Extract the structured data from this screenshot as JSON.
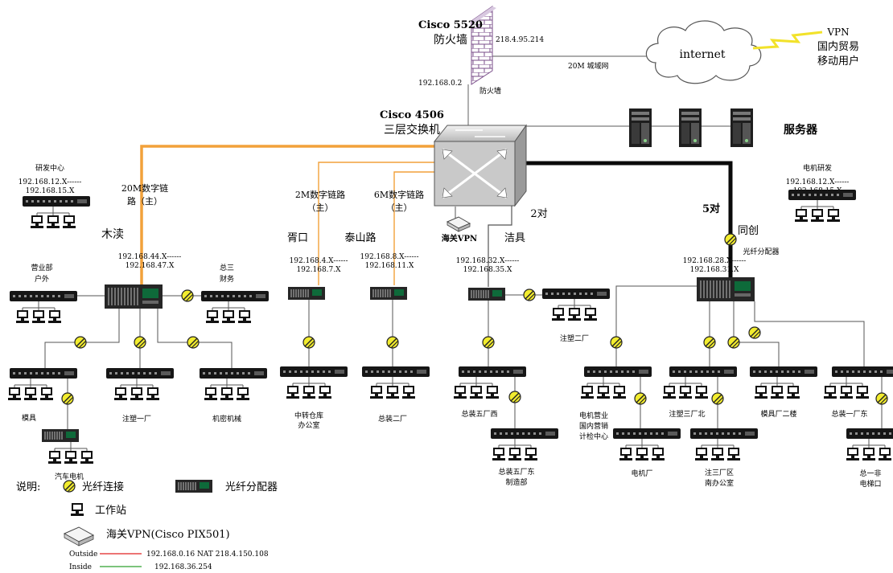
{
  "core": {
    "firewall_model": "Cisco 5520",
    "firewall_name": "防火墙",
    "firewall_caption": "防火墙",
    "firewall_wan_ip": "218.4.95.214",
    "firewall_lan_ip": "192.168.0.2",
    "wan_link": "20M 城域网",
    "cloud_label": "internet",
    "vpn_title": "VPN",
    "vpn_line1": "国内贸易",
    "vpn_line2": "移动用户",
    "switch_model": "Cisco 4506",
    "switch_name": "三层交换机",
    "servers_label": "服务器",
    "customs_vpn": "海关VPN"
  },
  "links": {
    "link_20m_a": "20M数字链",
    "link_20m_b": "路（主）",
    "link_2m_a": "2M数字链路",
    "link_2m_b": "（主）",
    "link_6m_a": "6M数字链路",
    "link_6m_b": "（主）",
    "pairs_2": "2对",
    "pairs_5": "5对"
  },
  "sites": {
    "yanfa_title": "研发中心",
    "yanfa_ip1": "192.168.12.X------",
    "yanfa_ip2": "192.168.15.X",
    "mudu_name": "木渎",
    "mudu_ip1": "192.168.44.X------",
    "mudu_ip2": "192.168.47.X",
    "yingye_1": "营业部",
    "yingye_2": "户外",
    "zongsan_1": "总三",
    "zongsan_2": "财务",
    "moju": "模具",
    "zhusu1": "注塑一厂",
    "jimi": "机密机械",
    "qiche": "汽车电机",
    "xukou_name": "胥口",
    "xukou_ip1": "192.168.4.X------",
    "xukou_ip2": "192.168.7.X",
    "zhongzhuan_1": "中转仓库",
    "zhongzhuan_2": "办公室",
    "taishan_name": "泰山路",
    "taishan_ip1": "192.168.8.X------",
    "taishan_ip2": "192.168.11.X",
    "zongzhuang2": "总装二厂",
    "jieju_name": "洁具",
    "jieju_ip1": "192.168.32.X------",
    "jieju_ip2": "192.168.35.X",
    "zhusu2": "注塑二厂",
    "zz5west": "总装五厂西",
    "zz5east_1": "总装五厂东",
    "zz5east_2": "制造部",
    "tongchuang_name": "同创",
    "fiber_dist": "光纤分配器",
    "tongchuang_ip1": "192.168.28.X------",
    "tongchuang_ip2": "192.168.31.X",
    "dianji_rd_title": "电机研发",
    "dianji_rd_ip1": "192.168.12.X------",
    "dianji_rd_ip2": "192.168.15.X",
    "dianji_yingye_1": "电机营业",
    "dianji_yingye_2": "国内营销",
    "dianji_yingye_3": "计检中心",
    "dianjichang": "电机厂",
    "zhusu3_north": "注塑三厂北",
    "zhusan_1": "注三厂区",
    "zhusan_2": "南办公室",
    "moju2": "模具厂二楼",
    "zz1east": "总装一厂东",
    "zongyi_1": "总一非",
    "zongyi_2": "电梯口"
  },
  "legend": {
    "title": "说明:",
    "fiber_link": "光纤连接",
    "fiber_dist": "光纤分配器",
    "workstation": "工作站",
    "vpn_device": "海关VPN(Cisco PIX501)",
    "outside_label": "Outside",
    "outside_text": "192.168.0.16  NAT 218.4.150.108",
    "inside_label": "Inside",
    "inside_text": "192.168.36.254",
    "outside_color": "#e02020",
    "inside_color": "#2ea02e"
  }
}
